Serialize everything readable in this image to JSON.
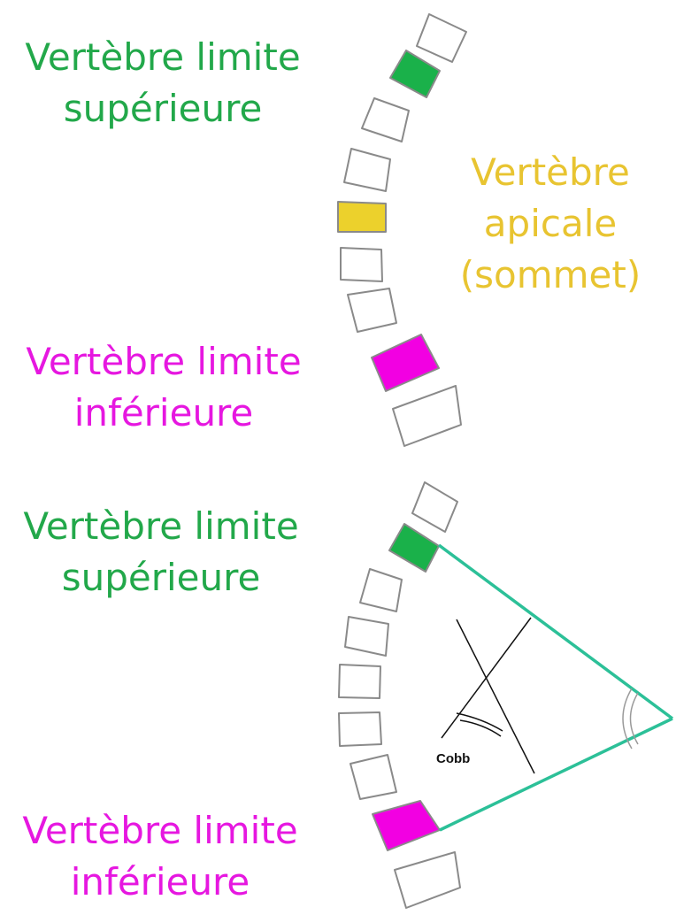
{
  "top_panel": {
    "upper_label": [
      "Vertèbre limite",
      "supérieure"
    ],
    "apex_label": [
      "Vertèbre",
      "apicale",
      "(sommet)"
    ],
    "lower_label": [
      "Vertèbre limite",
      "inférieure"
    ]
  },
  "bottom_panel": {
    "upper_label": [
      "Vertèbre limite",
      "supérieure"
    ],
    "lower_label": [
      "Vertèbre limite",
      "inférieure"
    ],
    "angle_label": "Cobb"
  },
  "colors": {
    "upper": "#1ab14a",
    "upper_text": "#22a84a",
    "apex": "#ecd12c",
    "apex_text": "#e8c431",
    "lower": "#f200e2",
    "lower_text": "#e617e0",
    "cobb_line": "#2cc098",
    "outline": "#8a8a8a",
    "ink": "#111111"
  }
}
